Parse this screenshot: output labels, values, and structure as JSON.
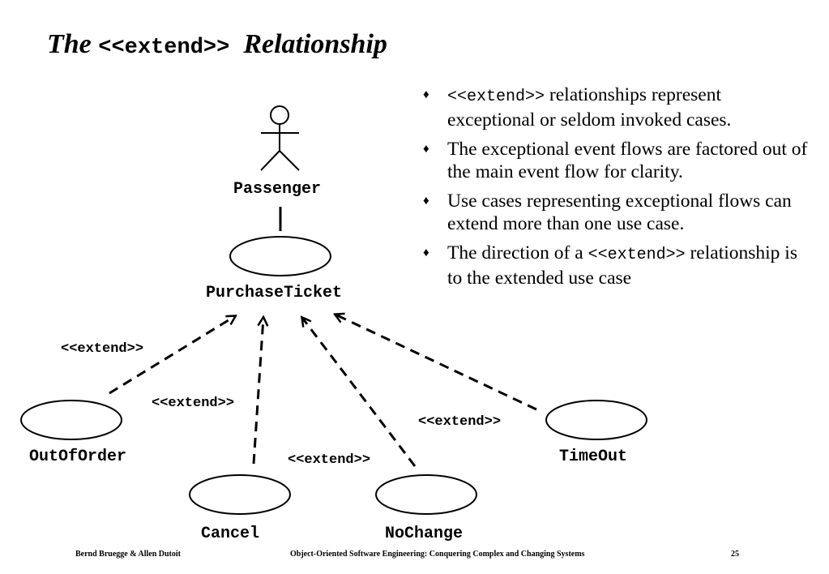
{
  "title": {
    "prefix": "The ",
    "code": "<<extend>>",
    "suffix": "Relationship"
  },
  "bullets": [
    {
      "code": "<<extend>>",
      "text": " relationships represent exceptional or seldom invoked cases."
    },
    {
      "code": "",
      "text": "The exceptional event flows are factored out of the main event flow for clarity."
    },
    {
      "code": "",
      "text": "Use cases representing exceptional flows can extend more than one use case."
    },
    {
      "text_before": "The direction of a ",
      "code": "<<extend>>",
      "text": " relationship is to the extended use case"
    }
  ],
  "diagram": {
    "actor": "Passenger",
    "base_use_case": "PurchaseTicket",
    "extensions": [
      "OutOfOrder",
      "Cancel",
      "NoChange",
      "TimeOut"
    ],
    "stereotype": "<<extend>>"
  },
  "footer": {
    "left": "Bernd Bruegge & Allen Dutoit",
    "center": "Object-Oriented Software Engineering: Conquering Complex and Changing Systems",
    "page": "25"
  }
}
